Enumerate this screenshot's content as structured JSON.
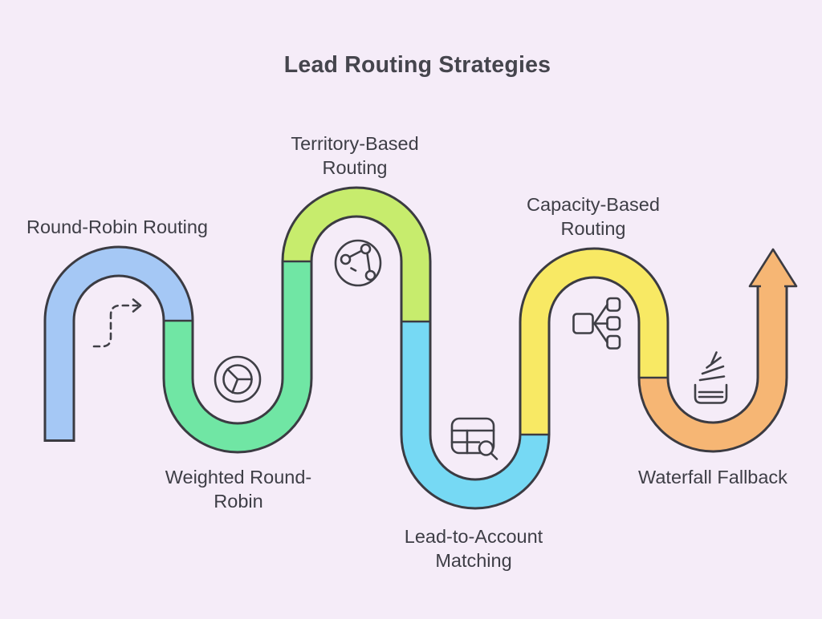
{
  "title": "Lead Routing Strategies",
  "diagram": {
    "type": "serpentine-flow",
    "background_color": "#f5ecf8",
    "outline_color": "#3b3b42",
    "icon_color": "#3f3f46",
    "text_color": "#3e3e46",
    "title_color": "#45454d",
    "segments": [
      {
        "label": "Round-Robin Routing",
        "color": "#a5c8f5",
        "icon": "dashed-step-arrow-icon"
      },
      {
        "label": "Weighted Round-Robin",
        "color": "#70e6a4",
        "icon": "pie-chart-icon"
      },
      {
        "label": "Territory-Based Routing",
        "color": "#c7ec6d",
        "icon": "network-globe-icon"
      },
      {
        "label": "Lead-to-Account Matching",
        "color": "#76d9f4",
        "icon": "table-search-icon"
      },
      {
        "label": "Capacity-Based Routing",
        "color": "#f8e964",
        "icon": "distribution-tree-icon"
      },
      {
        "label": "Waterfall Fallback",
        "color": "#f6b674",
        "icon": "stacked-fallback-icon"
      }
    ]
  }
}
